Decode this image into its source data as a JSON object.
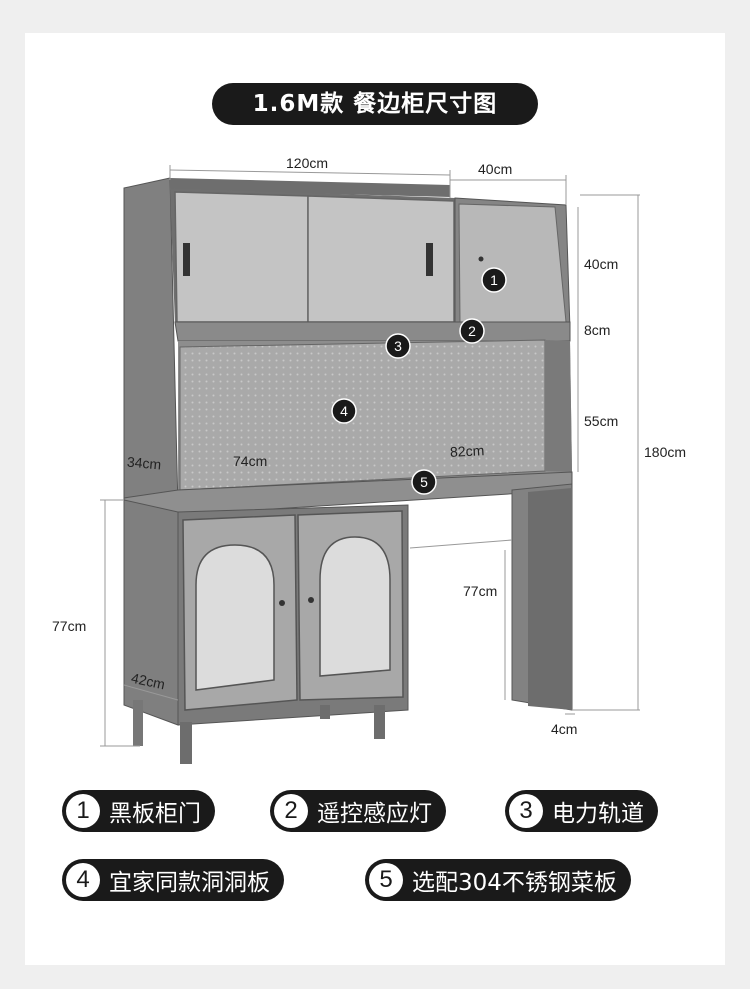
{
  "title": "1.6M款 餐边柜尺寸图",
  "dimensions": {
    "top_width_left": "120cm",
    "top_width_right": "40cm",
    "upper_cabinet_height": "40cm",
    "light_strip_height": "8cm",
    "pegboard_height": "55cm",
    "total_height": "180cm",
    "top_depth": "34cm",
    "pegboard_width_left": "74cm",
    "pegboard_width_right": "82cm",
    "desk_height": "77cm",
    "base_height": "77cm",
    "base_depth": "42cm",
    "side_panel_thickness": "4cm"
  },
  "markers": [
    "1",
    "2",
    "3",
    "4",
    "5"
  ],
  "legend": [
    {
      "num": "1",
      "label": "黑板柜门"
    },
    {
      "num": "2",
      "label": "遥控感应灯"
    },
    {
      "num": "3",
      "label": "电力轨道"
    },
    {
      "num": "4",
      "label": "宜家同款洞洞板"
    },
    {
      "num": "5",
      "label": "选配304不锈钢菜板"
    }
  ],
  "colors": {
    "frame": "#7d7d7d",
    "panel": "#b9b9b9",
    "door_light": "#dcdcdc",
    "pill": "#1a1a1a"
  }
}
